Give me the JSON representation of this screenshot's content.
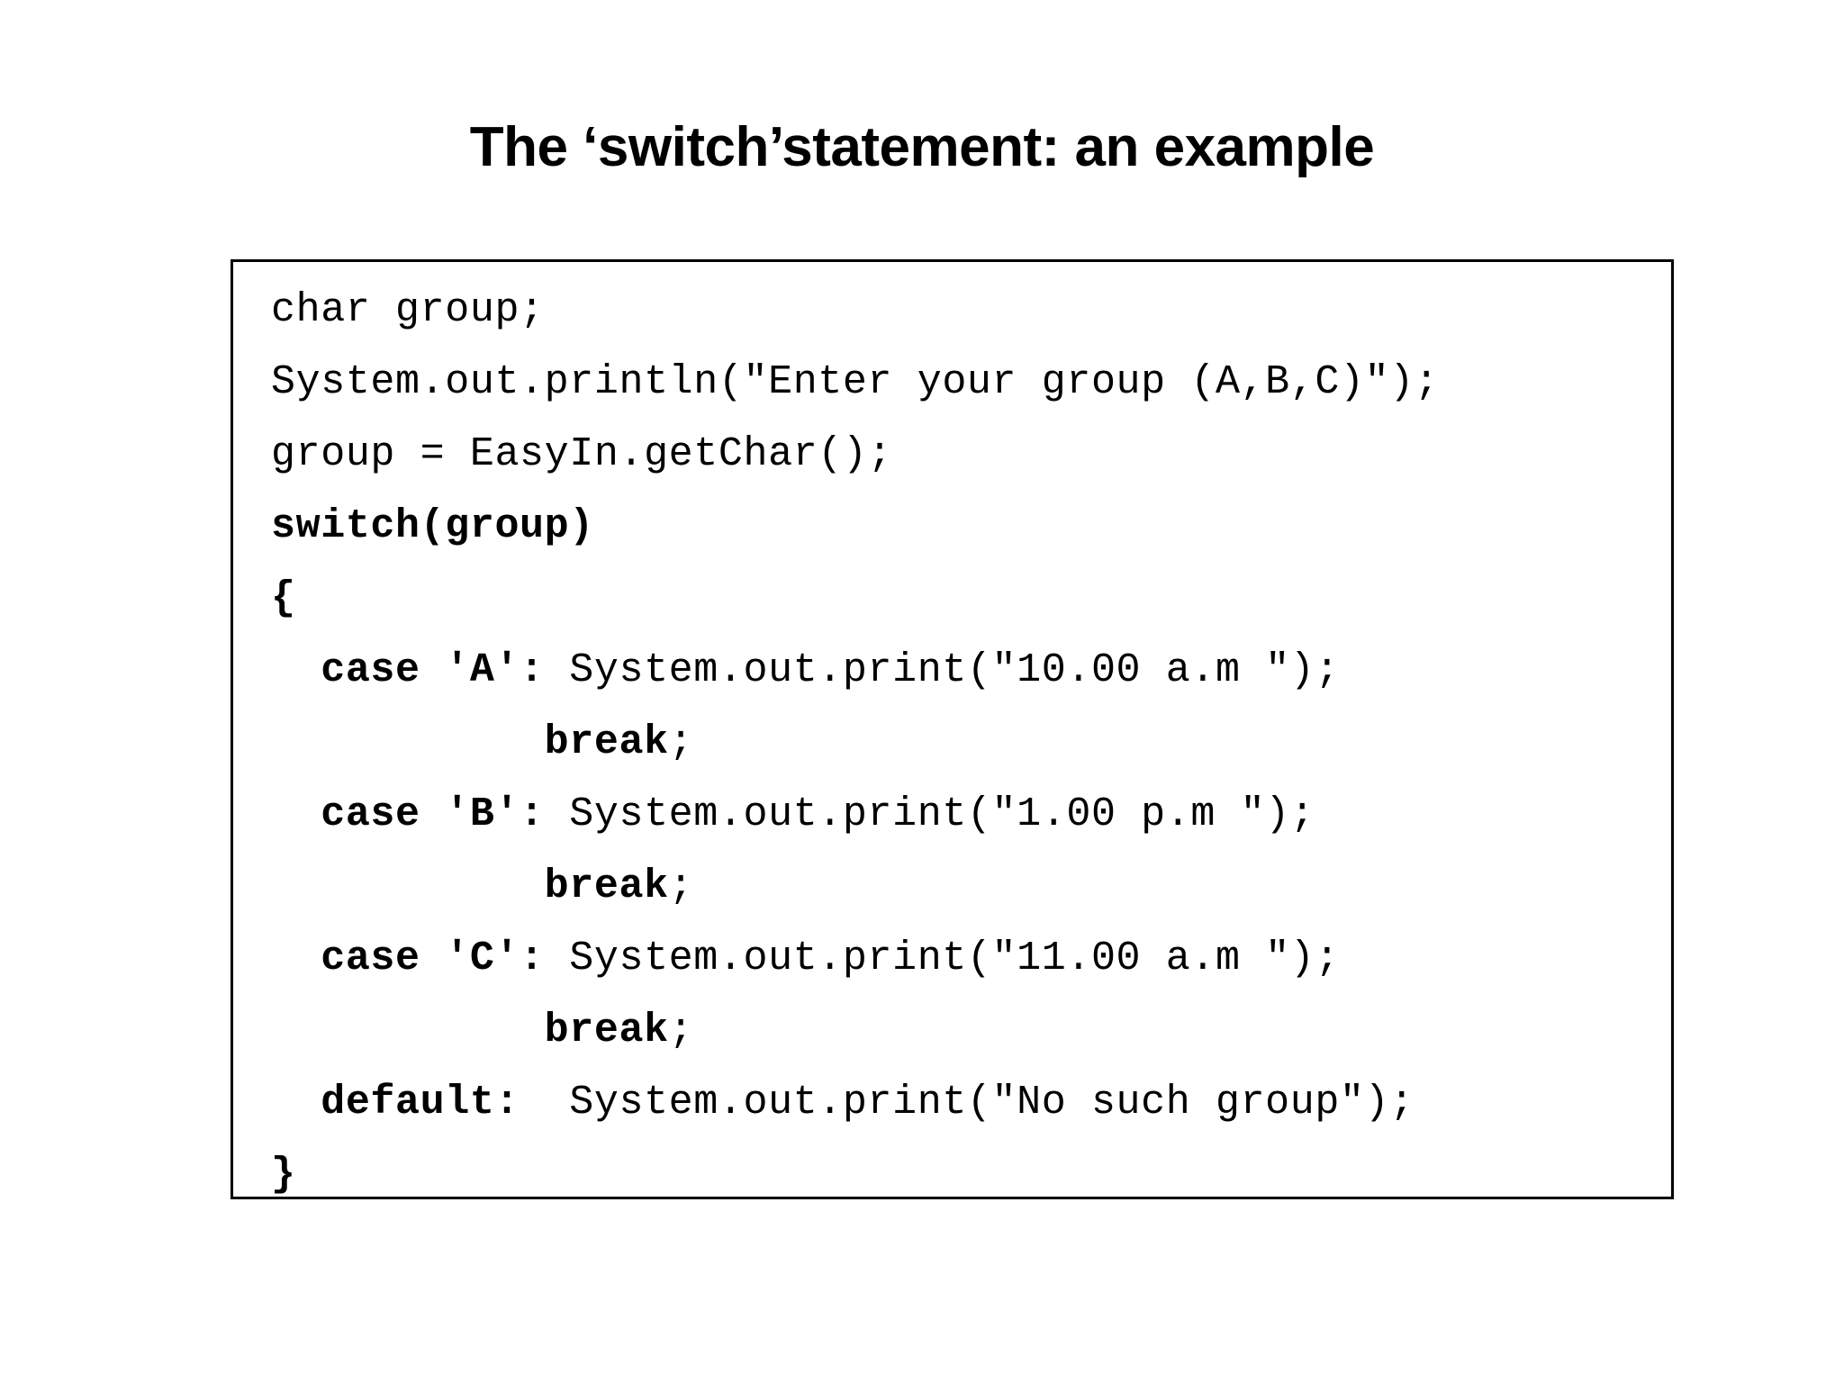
{
  "slide": {
    "title": "The ‘switch’statement: an example",
    "background_color": "#ffffff",
    "text_color": "#000000",
    "border_color": "#000000"
  },
  "code_block": {
    "language": "java",
    "lines": [
      {
        "id": "line-1",
        "tokens": [
          {
            "text": "char group;",
            "bold": false
          }
        ]
      },
      {
        "id": "line-2",
        "tokens": [
          {
            "text": "System.out.println(\"Enter your group (A,B,C)\");",
            "bold": false
          }
        ]
      },
      {
        "id": "line-3",
        "tokens": [
          {
            "text": "group = EasyIn.getChar();",
            "bold": false
          }
        ]
      },
      {
        "id": "line-4",
        "tokens": [
          {
            "text": "switch(group)",
            "bold": true
          }
        ]
      },
      {
        "id": "line-5",
        "tokens": [
          {
            "text": "{",
            "bold": true
          }
        ]
      },
      {
        "id": "line-6",
        "tokens": [
          {
            "text": "  case 'A': ",
            "bold": true
          },
          {
            "text": "System.out.print(\"10.00 a.m \");",
            "bold": false
          }
        ]
      },
      {
        "id": "line-7",
        "tokens": [
          {
            "text": "           break",
            "bold": true
          },
          {
            "text": ";",
            "bold": false
          }
        ]
      },
      {
        "id": "line-8",
        "tokens": [
          {
            "text": "  case 'B': ",
            "bold": true
          },
          {
            "text": "System.out.print(\"1.00 p.m \");",
            "bold": false
          }
        ]
      },
      {
        "id": "line-9",
        "tokens": [
          {
            "text": "           break",
            "bold": true
          },
          {
            "text": ";",
            "bold": false
          }
        ]
      },
      {
        "id": "line-10",
        "tokens": [
          {
            "text": "  case 'C': ",
            "bold": true
          },
          {
            "text": "System.out.print(\"11.00 a.m \");",
            "bold": false
          }
        ]
      },
      {
        "id": "line-11",
        "tokens": [
          {
            "text": "           break",
            "bold": true
          },
          {
            "text": ";",
            "bold": false
          }
        ]
      },
      {
        "id": "line-12",
        "tokens": [
          {
            "text": "  default: ",
            "bold": true
          },
          {
            "text": " System.out.print(\"No such group\");",
            "bold": false
          }
        ]
      },
      {
        "id": "line-13",
        "tokens": [
          {
            "text": "}",
            "bold": true
          }
        ]
      }
    ]
  }
}
